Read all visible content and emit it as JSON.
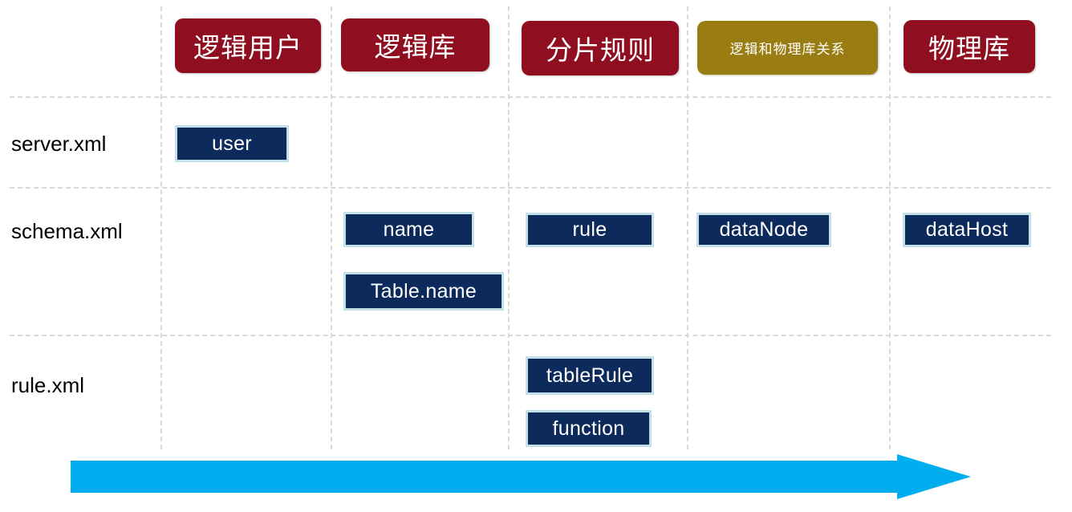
{
  "diagram": {
    "title_columns": [
      {
        "label": "逻辑用户",
        "color": "#8f0f20",
        "size": "big"
      },
      {
        "label": "逻辑库",
        "color": "#8f0f20",
        "size": "big"
      },
      {
        "label": "分片规则",
        "color": "#8f0f20",
        "size": "big"
      },
      {
        "label": "逻辑和物理库关系",
        "color": "#9a7d12",
        "size": "small"
      },
      {
        "label": "物理库",
        "color": "#8f0f20",
        "size": "big"
      }
    ],
    "rows": [
      {
        "label": "server.xml"
      },
      {
        "label": "schema.xml"
      },
      {
        "label": "rule.xml"
      }
    ],
    "cells": [
      {
        "text": "user",
        "row": "server.xml",
        "column": "逻辑用户"
      },
      {
        "text": "name",
        "row": "schema.xml",
        "column": "逻辑库"
      },
      {
        "text": "Table.name",
        "row": "schema.xml",
        "column": "逻辑库"
      },
      {
        "text": "rule",
        "row": "schema.xml",
        "column": "分片规则"
      },
      {
        "text": "dataNode",
        "row": "schema.xml",
        "column": "逻辑和物理库关系"
      },
      {
        "text": "dataHost",
        "row": "schema.xml",
        "column": "物理库"
      },
      {
        "text": "tableRule",
        "row": "rule.xml",
        "column": "分片规则"
      },
      {
        "text": "function",
        "row": "rule.xml",
        "column": "分片规则"
      }
    ],
    "flow_arrow": {
      "direction": "left-to-right",
      "color": "#00AEEF"
    },
    "colors": {
      "header_red": "#8f0f20",
      "header_olive": "#9a7d12",
      "chip_fill": "#0d2a5c",
      "chip_border": "#c3dfe8",
      "gridline": "#d9d9d9",
      "arrow": "#00AEEF"
    }
  }
}
